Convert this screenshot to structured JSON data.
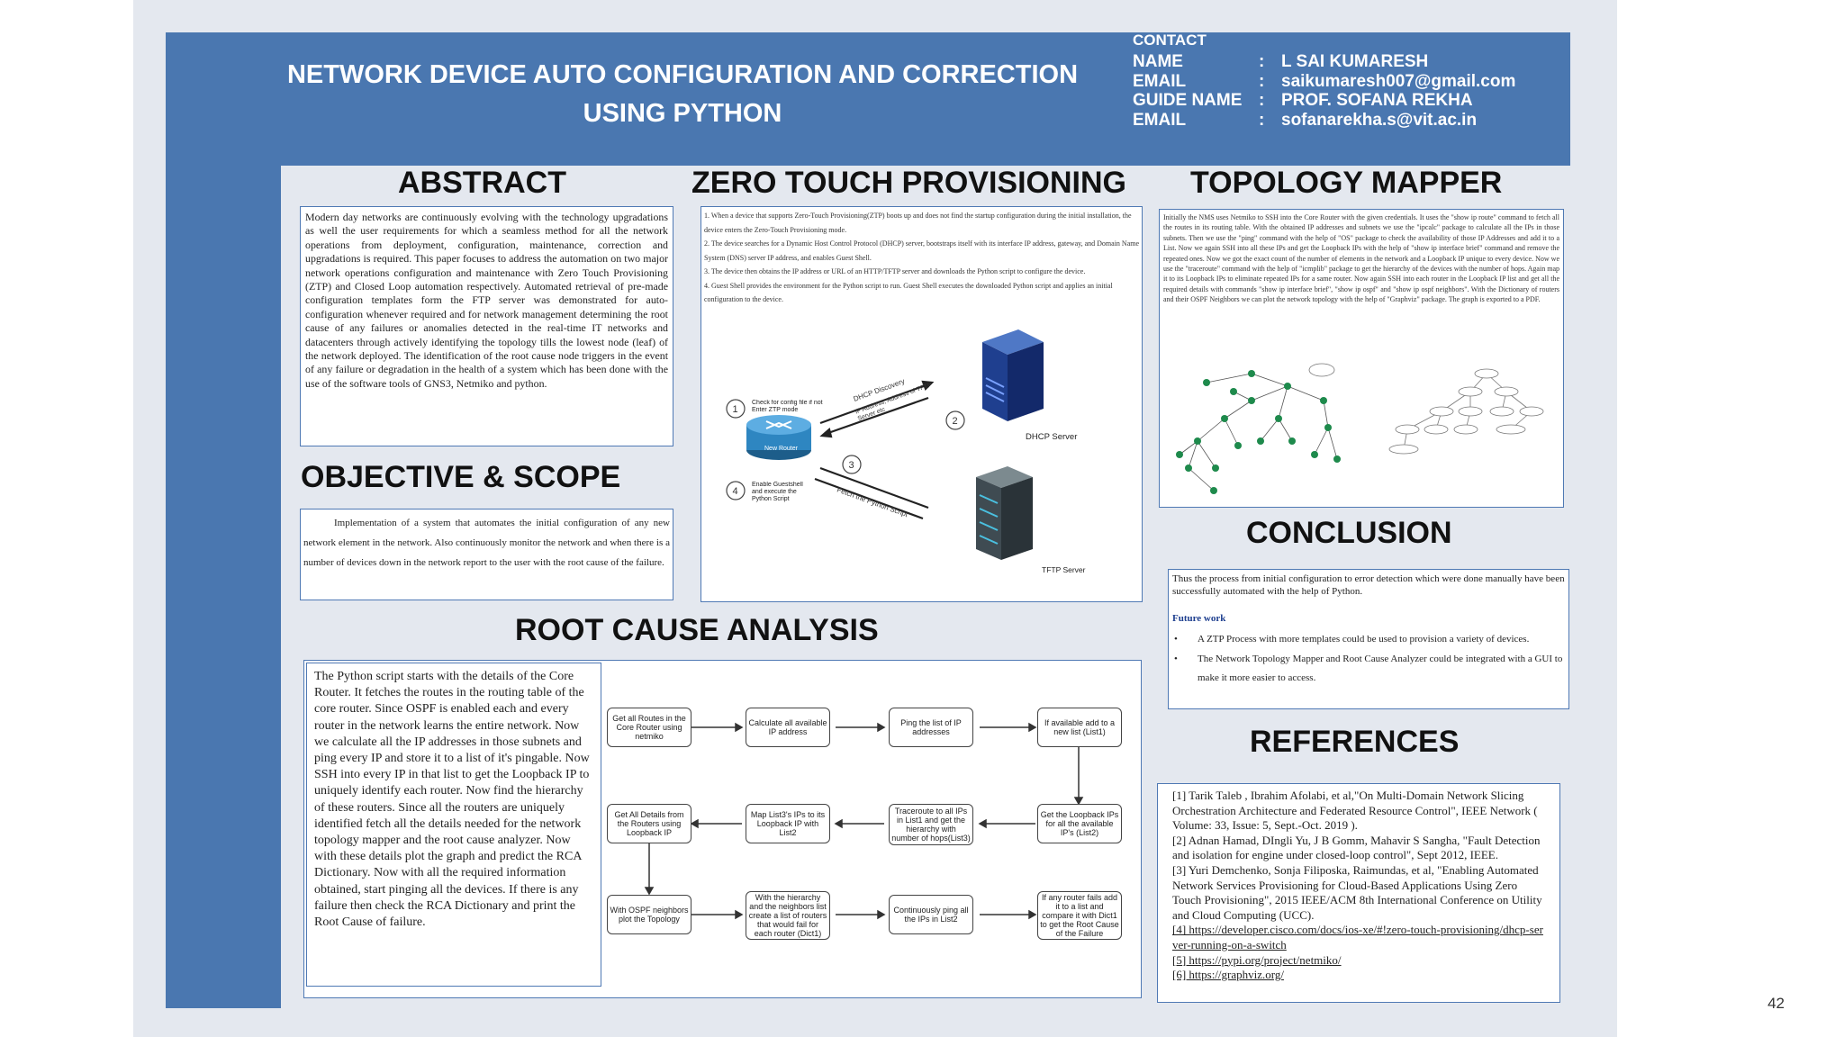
{
  "poster": {
    "title_line1": "NETWORK DEVICE AUTO CONFIGURATION AND CORRECTION",
    "title_line2": "USING PYTHON",
    "contact": {
      "heading": "CONTACT",
      "rows": [
        {
          "key": "NAME",
          "sep": ":",
          "value": "L SAI KUMARESH"
        },
        {
          "key": "EMAIL",
          "sep": ":",
          "value": "saikumaresh007@gmail.com"
        },
        {
          "key": "GUIDE NAME",
          "sep": ":",
          "value": "PROF. SOFANA REKHA"
        },
        {
          "key": "EMAIL",
          "sep": ":",
          "value": "sofanarekha.s@vit.ac.in"
        }
      ]
    },
    "abstract": {
      "heading": "ABSTRACT",
      "body": "Modern day networks are continuously evolving with the technology upgradations as well the user requirements for which a seamless method for all the network operations from deployment, configuration, maintenance, correction and upgradations is required. This paper focuses to address the automation on two major network operations configuration and maintenance with Zero Touch Provisioning (ZTP) and Closed Loop automation respectively. Automated retrieval of pre-made configuration templates form the FTP server was demonstrated for auto-configuration whenever required and for network management determining the root cause of any failures or anomalies detected in the real-time IT networks and datacenters through actively identifying the topology tills the lowest node (leaf) of the network deployed. The identification of the root cause node triggers in the event of any failure or degradation in the health of a system which has been done with the use of the software tools of GNS3, Netmiko and python."
    },
    "objective": {
      "heading": "OBJECTIVE & SCOPE",
      "body": "Implementation of a system that automates the initial configuration of any new network element in the network. Also continuously monitor the network and when there is a number of devices down in the network report to the user with the root cause of the failure."
    },
    "ztp": {
      "heading": "ZERO TOUCH PROVISIONING",
      "steps": [
        "1. When a device that supports Zero-Touch Provisioning(ZTP) boots up and does not find the startup configuration during the initial installation, the device enters the Zero-Touch Provisioning mode.",
        "2. The device searches for a Dynamic Host Control Protocol (DHCP) server, bootstraps itself with its interface IP address, gateway, and Domain Name System (DNS) server IP address, and enables Guest Shell.",
        "3. The device then obtains the IP address or URL of an HTTP/TFTP server and downloads the Python script to configure the device.",
        "4. Guest Shell provides the environment for the Python script to run. Guest Shell executes the downloaded Python script and applies an initial configuration to the device."
      ],
      "diagram": {
        "step1_num": "1",
        "step1_label": "Check for config file if not Enter ZTP mode",
        "step2_num": "2",
        "step3_num": "3",
        "step4_num": "4",
        "step4_label": "Enable Guestshell and execute the Python Script",
        "router_label": "New Router",
        "arrow_dhcp": "DHCP Discovery",
        "arrow_ip": "IP Address, Address of TFTP Server etc",
        "arrow_fetch": "Fetch the Python Script",
        "dhcp_server": "DHCP Server",
        "tftp_server": "TFTP Server"
      }
    },
    "topology": {
      "heading": "TOPOLOGY MAPPER",
      "body": "Initially the NMS uses Netmiko to SSH into the Core Router with the given credentials. It uses the \"show ip route\" command to fetch all the routes in its routing table. With the obtained IP addresses and subnets we use the \"ipcalc\" package to calculate all the IPs in those subnets. Then we use the \"ping\" command with the help of \"OS\" package to check the availability of those IP Addresses and add it to a List. Now we again SSH into all these IPs and get the Loopback IPs with the help of \"show ip interface brief\" command and remove the repeated ones. Now we got the exact count of the number of elements in the network and a Loopback IP unique to every device. Now we use the \"traceroute\" command with the help of \"icmplib\" package to get the hierarchy of the devices with the number of hops. Again map it to its Loopback IPs to eliminate repeated IPs for a same router. Now again SSH into each router in the Loopback IP list and get all the required details with commands \"show ip interface brief\", \"show ip ospf\" and \"show ip ospf neighbors\". With the Dictionary of routers and their OSPF Neighbors we can plot the network topology with the help of \"Graphviz\" package. The graph is exported to a PDF."
    },
    "rca": {
      "heading": "ROOT CAUSE ANALYSIS",
      "body": "The Python script starts with the details of the Core Router. It fetches the routes in the routing table of the core router. Since OSPF is enabled each and every router in the network learns the entire network. Now we calculate all the IP addresses in those subnets and ping every IP and store it to a list of it's pingable. Now SSH into every IP in that list to get the Loopback IP to uniquely identify each router. Now find the hierarchy of these routers. Since all the routers are uniquely identified fetch all the details needed for the network topology mapper and the root cause analyzer. Now with these details plot the graph and predict the RCA Dictionary. Now with all the required information obtained, start pinging all the devices. If there is any failure then check the RCA Dictionary and print the Root Cause of failure.",
      "flow": [
        "Get all Routes in the Core Router using netmiko",
        "Calculate all available IP address",
        "Ping the list of IP addresses",
        "If available add to a new list (List1)",
        "Get the Loopback IPs for all the available IP's (List2)",
        "Traceroute to all IPs in List1 and get the hierarchy with number of hops(List3)",
        "Map List3's IPs to its Loopback IP with List2",
        "Get All Details from the Routers using Loopback IP",
        "With OSPF neighbors plot the Topology",
        "With the hierarchy and the neighbors list create a list of routers that would fail for each router (Dict1)",
        "Continuously ping all the IPs in List2",
        "If any router fails add it to a list and compare it with Dict1 to get the Root Cause of the Failure"
      ]
    },
    "conclusion": {
      "heading": "CONCLUSION",
      "body": "Thus the process from initial configuration to error detection which were done manually have been successfully automated with the help of Python.",
      "future_heading": "Future work",
      "future_items": [
        "A ZTP Process with more templates could be used to provision a variety of devices.",
        "The Network Topology Mapper and Root Cause Analyzer could be integrated with a GUI to make it more easier to access."
      ]
    },
    "references": {
      "heading": "REFERENCES",
      "items": [
        "[1] Tarik Taleb , Ibrahim Afolabi, et al,\"On Multi-Domain Network Slicing Orchestration Architecture and Federated Resource Control\", IEEE Network ( Volume: 33, Issue: 5, Sept.-Oct. 2019 ).",
        "[2] Adnan Hamad, DIngli Yu, J B Gomm, Mahavir S Sangha, \"Fault Detection and isolation for engine under closed-loop control\", Sept 2012, IEEE.",
        "[3] Yuri Demchenko, Sonja Filiposka, Raimundas, et al, \"Enabling Automated Network Services Provisioning for Cloud-Based Applications Using Zero Touch Provisioning\", 2015 IEEE/ACM 8th International Conference on Utility and Cloud Computing (UCC).",
        "[4] https://developer.cisco.com/docs/ios-xe/#!zero-touch-provisioning/dhcp-server-running-on-a-switch",
        "[5] https://pypi.org/project/netmiko/",
        "[6] https://graphviz.org/"
      ]
    }
  },
  "page_number": "42",
  "colors": {
    "accent_blue": "#4a77b0",
    "panel_bg": "#e4e8ef",
    "box_border": "#4f79b4"
  }
}
